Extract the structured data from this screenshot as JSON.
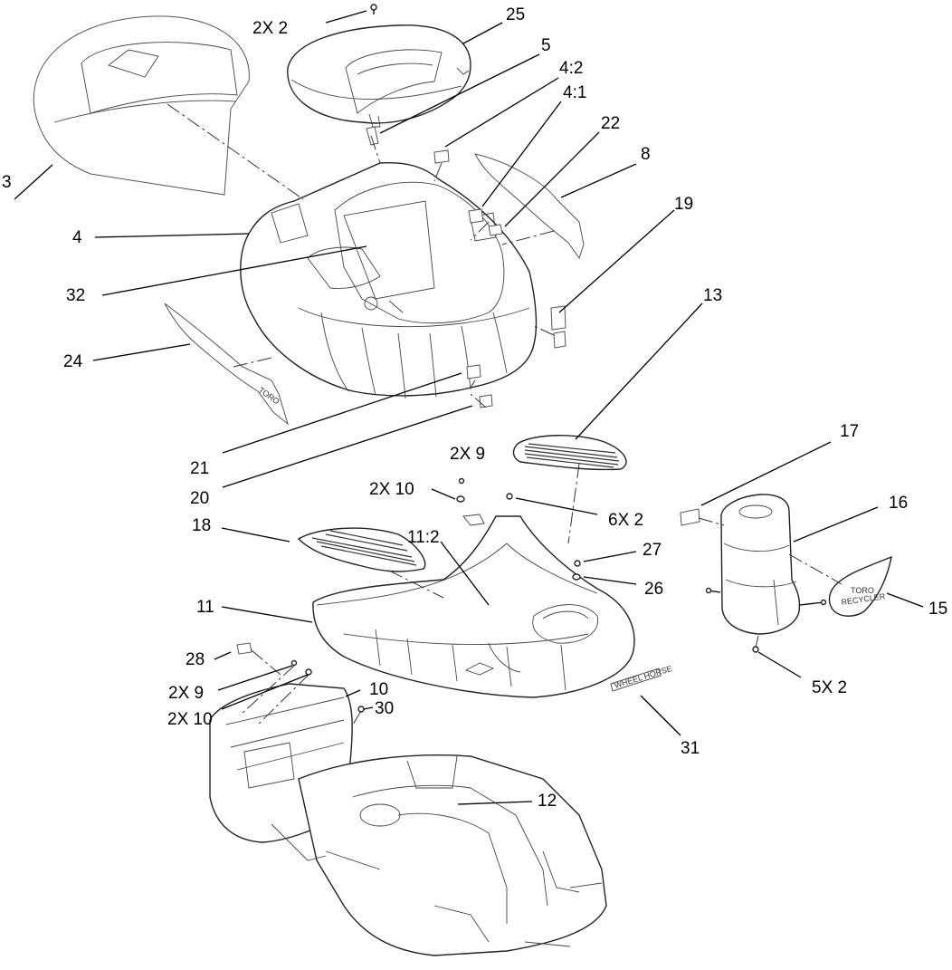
{
  "diagram": {
    "callouts": {
      "c_2x2_top": "2X 2",
      "c_25": "25",
      "c_5": "5",
      "c_4_2": "4:2",
      "c_4_1": "4:1",
      "c_22": "22",
      "c_8": "8",
      "c_3": "3",
      "c_4": "4",
      "c_19": "19",
      "c_32": "32",
      "c_24": "24",
      "c_13": "13",
      "c_21": "21",
      "c_20": "20",
      "c_2x9_top": "2X 9",
      "c_2x10_top": "2X 10",
      "c_6x2": "6X 2",
      "c_17": "17",
      "c_16": "16",
      "c_18": "18",
      "c_11_2": "11:2",
      "c_27": "27",
      "c_26": "26",
      "c_11": "11",
      "c_15": "15",
      "c_28": "28",
      "c_2x9_bottom": "2X 9",
      "c_10": "10",
      "c_30": "30",
      "c_2x10_bottom": "2X 10",
      "c_5x2": "5X 2",
      "c_31": "31",
      "c_12": "12"
    },
    "decals": {
      "toro_left": "TORO",
      "toro_right": "TORO",
      "recycler": "RECYCLER",
      "wheel_horse": "WHEEL HORSE"
    }
  }
}
